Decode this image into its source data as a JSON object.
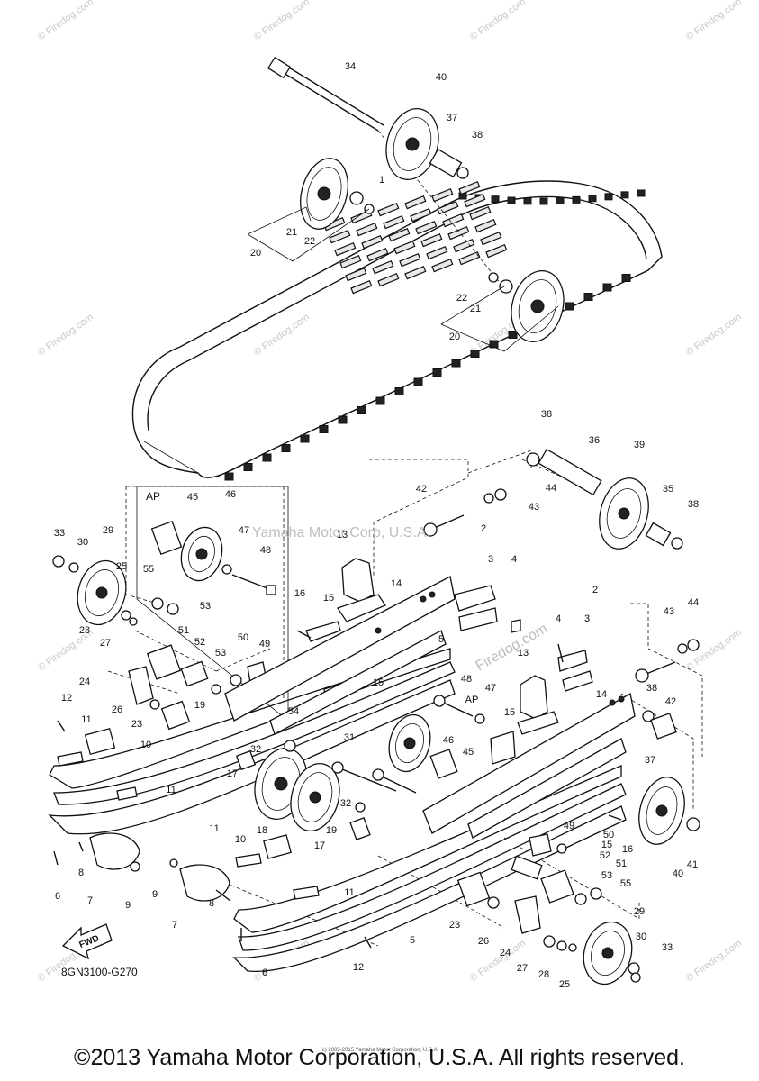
{
  "watermark_text": "Firedog.com",
  "watermark_inline": "Yamaha Motor Corp, U.S.A.",
  "watermark_diag": "Firedog.com",
  "ap_label": "AP",
  "ap_label_2": "AP",
  "fwd_label": "FWD",
  "diagram_code": "8GN3100-G270",
  "tiny_note": "(c) 2005-2015 Yamaha Motor Corporation, U.S.A.",
  "footer": "©2013 Yamaha Motor Corporation, U.S.A. All rights reserved.",
  "callouts": [
    "34",
    "40",
    "37",
    "38",
    "1",
    "21",
    "22",
    "20",
    "22",
    "21",
    "20",
    "38",
    "36",
    "39",
    "35",
    "38",
    "42",
    "44",
    "43",
    "2",
    "3",
    "4",
    "2",
    "4",
    "3",
    "43",
    "44",
    "42",
    "33",
    "30",
    "29",
    "25",
    "28",
    "27",
    "45",
    "46",
    "47",
    "48",
    "55",
    "53",
    "51",
    "52",
    "53",
    "50",
    "49",
    "13",
    "14",
    "16",
    "15",
    "15",
    "24",
    "26",
    "23",
    "19",
    "54",
    "12",
    "11",
    "10",
    "11",
    "32",
    "17",
    "31",
    "18",
    "19",
    "32",
    "17",
    "48",
    "47",
    "46",
    "45",
    "13",
    "14",
    "15",
    "5",
    "38",
    "37",
    "40",
    "41",
    "15",
    "16",
    "49",
    "50",
    "52",
    "51",
    "53",
    "55",
    "6",
    "8",
    "7",
    "9",
    "9",
    "7",
    "8",
    "11",
    "10",
    "11",
    "12",
    "6",
    "5",
    "23",
    "26",
    "24",
    "27",
    "28",
    "25",
    "29",
    "30",
    "33"
  ]
}
